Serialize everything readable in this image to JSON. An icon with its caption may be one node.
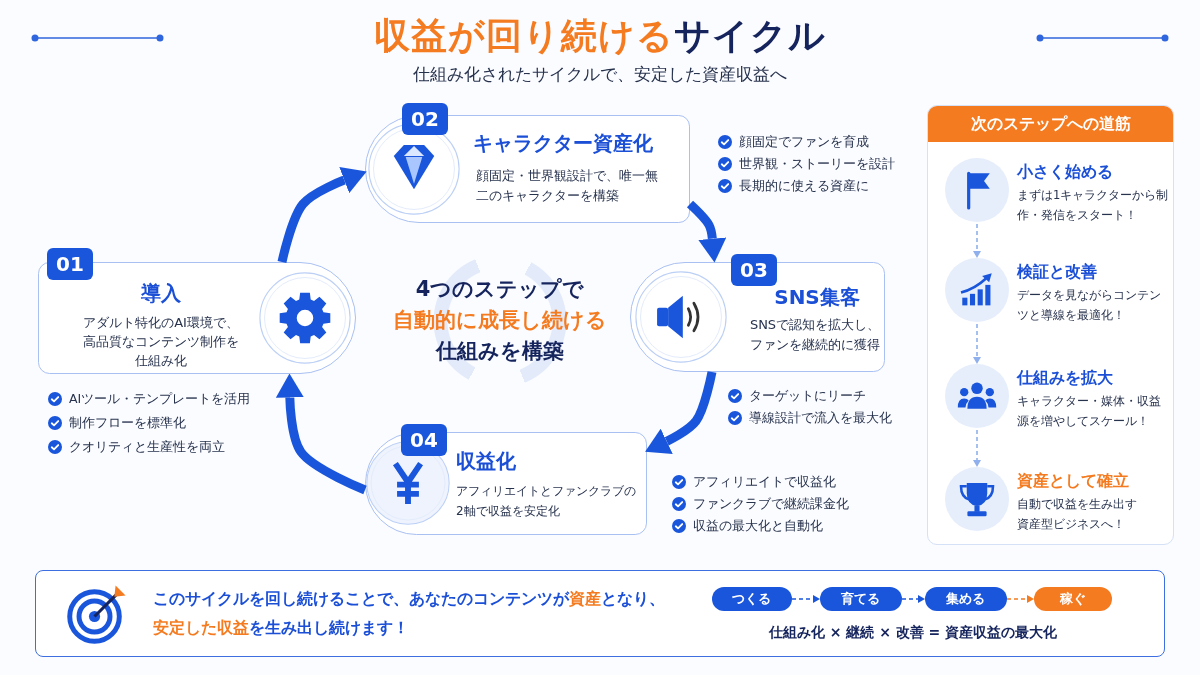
{
  "diagram": {
    "title": "**収益が回り続ける**サイクル",
    "nodes": [
      {
        "text": [
          "01",
          "導入",
          "アダルト特化のAI環境で、高品質なコンテンツ制作を仕組み化"
        ],
        "beside": [
          "AIツール・テンプレートを活用",
          "制作フローを標準化",
          "クオリティと生産性を両立"
        ]
      },
      {
        "text": [
          "02",
          "キャラクター資産化",
          "顔固定・世界観設計で、唯一無二のキャラクターを構築"
        ],
        "beside": [
          "顔固定でファンを育成",
          "世界観・ストーリーを設計",
          "長期的に使える資産に"
        ]
      },
      {
        "text": [
          "03",
          "SNS集客",
          "SNSで認知を拡大し、ファンを継続的に獲得"
        ],
        "beside": [
          "ターゲットにリーチ",
          "導線設計で流入を最大化"
        ]
      },
      {
        "text": [
          "04",
          "収益化",
          "アフィリエイトとファンクラブの2軸で収益を安定化"
        ],
        "beside": [
          "アフィリエイトで収益化",
          "ファンクラブで継続課金化",
          "収益の最大化と自動化"
        ]
      },
      {
        "text": [
          "次のステップへの道筋"
        ]
      },
      {
        "text": [
          "小さく始める",
          "まずは1キャラクターから制作・発信をスタート！"
        ],
        "in": 4
      },
      {
        "text": [
          "検証と改善",
          "データを見ながらコンテンツと導線を最適化！"
        ],
        "in": 4
      },
      {
        "text": [
          "仕組みを拡大",
          "キャラクター・媒体・収益源を増やしてスケール！"
        ],
        "in": 4
      },
      {
        "text": [
          "資産として確立",
          "自動で収益を生み出す資産型ビジネスへ！"
        ],
        "in": 4
      },
      {
        "text": [
          "このサイクルを回し続けることで、あなたのコンテンツが**資産**となり、**安定した収益**を生み出し続けます！",
          "仕組み化 × 継続 × 改善 = 資産収益の最大化"
        ]
      },
      {
        "text": [
          "つくる"
        ],
        "in": 9
      },
      {
        "text": [
          "育てる"
        ],
        "in": 9
      },
      {
        "text": [
          "集める"
        ],
        "in": 9
      },
      {
        "text": [
          "稼ぐ"
        ],
        "in": 9
      },
      {
        "text": [
          "4つのステップで**自動的に成長し続ける**仕組みを構築"
        ]
      }
    ],
    "edges": [
      {
        "from": 0,
        "to": 1,
        "arrow": "to",
        "style": "thick"
      },
      {
        "from": 1,
        "to": 2,
        "arrow": "to",
        "style": "thick"
      },
      {
        "from": 2,
        "to": 3,
        "arrow": "to",
        "style": "thick"
      },
      {
        "from": 3,
        "to": 0,
        "arrow": "to",
        "style": "thick"
      },
      {
        "from": 5,
        "to": 6,
        "arrow": "to",
        "style": "dashed",
        "color": "#8fb0ec"
      },
      {
        "from": 6,
        "to": 7,
        "arrow": "to",
        "style": "dashed",
        "color": "#8fb0ec"
      },
      {
        "from": 7,
        "to": 8,
        "arrow": "to",
        "style": "dashed",
        "color": "#8fb0ec"
      },
      {
        "from": 10,
        "to": 11,
        "arrow": "to",
        "style": "dashed"
      },
      {
        "from": 11,
        "to": 12,
        "arrow": "to",
        "style": "dashed"
      },
      {
        "from": 12,
        "to": 13,
        "arrow": "to",
        "style": "dashed",
        "color": "#f47b20"
      }
    ],
    "labels": [
      "仕組み化されたサイクルで、安定した資産収益へ"
    ]
  }
}
